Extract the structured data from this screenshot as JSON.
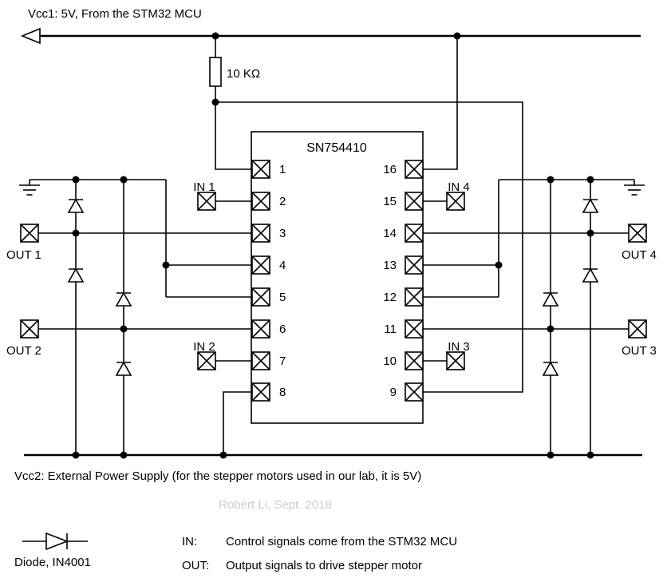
{
  "header": {
    "vcc1_label": "Vcc1: 5V, From the STM32 MCU"
  },
  "resistor": {
    "label": "10 KΩ"
  },
  "ic": {
    "title": "SN754410",
    "left_pins": [
      "1",
      "2",
      "3",
      "4",
      "5",
      "6",
      "7",
      "8"
    ],
    "right_pins": [
      "16",
      "15",
      "14",
      "13",
      "12",
      "11",
      "10",
      "9"
    ]
  },
  "connectors": {
    "in1": "IN 1",
    "in2": "IN 2",
    "in3": "IN 3",
    "in4": "IN 4",
    "out1": "OUT 1",
    "out2": "OUT 2",
    "out3": "OUT 3",
    "out4": "OUT 4"
  },
  "footer": {
    "vcc2_label": "Vcc2: External Power Supply (for the stepper motors used in our lab, it is 5V)",
    "watermark": "Robert Li, Sept. 2018"
  },
  "legend": {
    "diode_label": "Diode, IN4001",
    "in_prefix": "IN:",
    "in_text": "Control signals come from the STM32 MCU",
    "out_prefix": "OUT:",
    "out_text": "Output signals to drive stepper motor"
  },
  "colors": {
    "wire": "#000000",
    "watermark": "#cccccc"
  }
}
